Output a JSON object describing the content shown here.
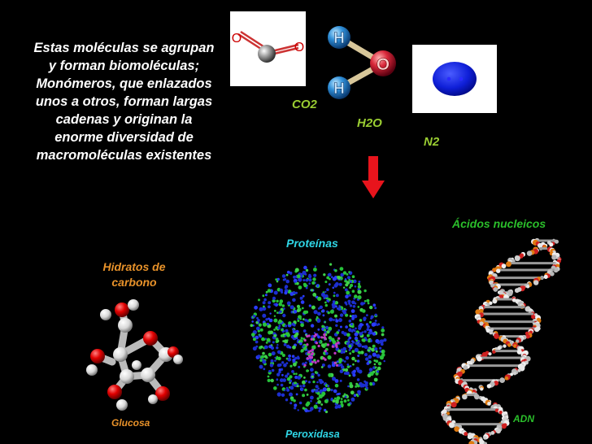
{
  "intro_text": "Estas moléculas se agrupan y forman biomoléculas; Monómeros, que enlazados unos a otros, forman largas cadenas y originan la enorme diversidad de macromoléculas existentes",
  "small_molecules": {
    "co2": {
      "label": "CO2",
      "atom_O": "O"
    },
    "h2o": {
      "label": "H2O",
      "atom_H": "H",
      "atom_O": "O"
    },
    "n2": {
      "label": "N2"
    }
  },
  "macromolecules": {
    "carbohydrates": {
      "title": "Hidratos de carbono",
      "example": "Glucosa"
    },
    "proteins": {
      "title": "Proteínas",
      "example": "Peroxidasa"
    },
    "nucleic_acids": {
      "title": "Ácidos nucleicos",
      "example": "ADN"
    }
  },
  "colors": {
    "background": "#000000",
    "molecule_label_green": "#9acd32",
    "carbohydrate_orange": "#e8922a",
    "protein_cyan": "#2fd6e6",
    "nucleic_green": "#2bbf2b",
    "arrow_red": "#e8141c"
  }
}
